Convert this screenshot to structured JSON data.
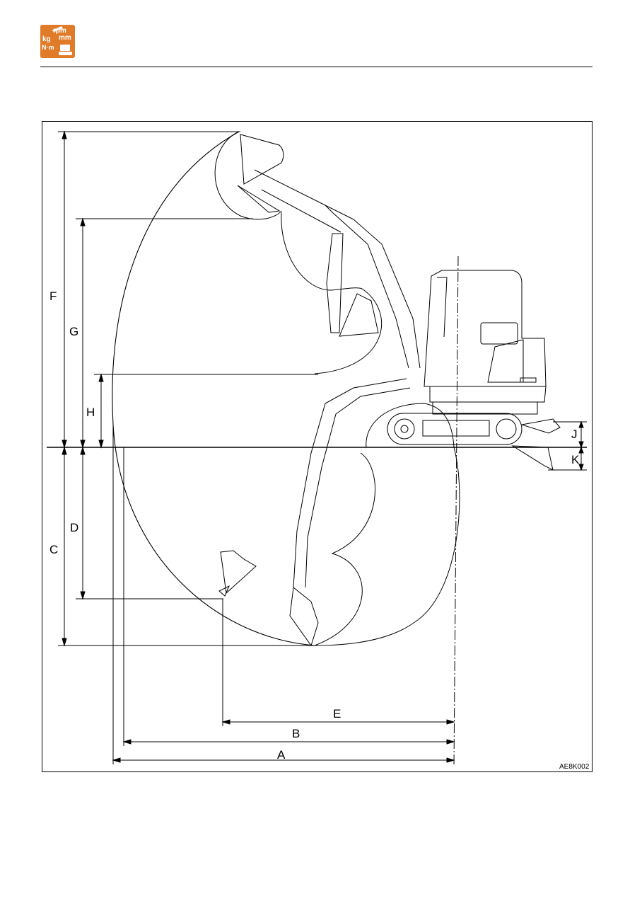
{
  "logo": {
    "units": [
      "rpm",
      "mm",
      "kg",
      "N·m"
    ],
    "color": "#e07b2a",
    "icon": "spec-units-icon"
  },
  "diagram": {
    "dimensions": {
      "A": "A",
      "B": "B",
      "C": "C",
      "D": "D",
      "E": "E",
      "F": "F",
      "G": "G",
      "H": "H",
      "J": "J",
      "K": "K"
    },
    "figure_code": "AE8K002"
  }
}
